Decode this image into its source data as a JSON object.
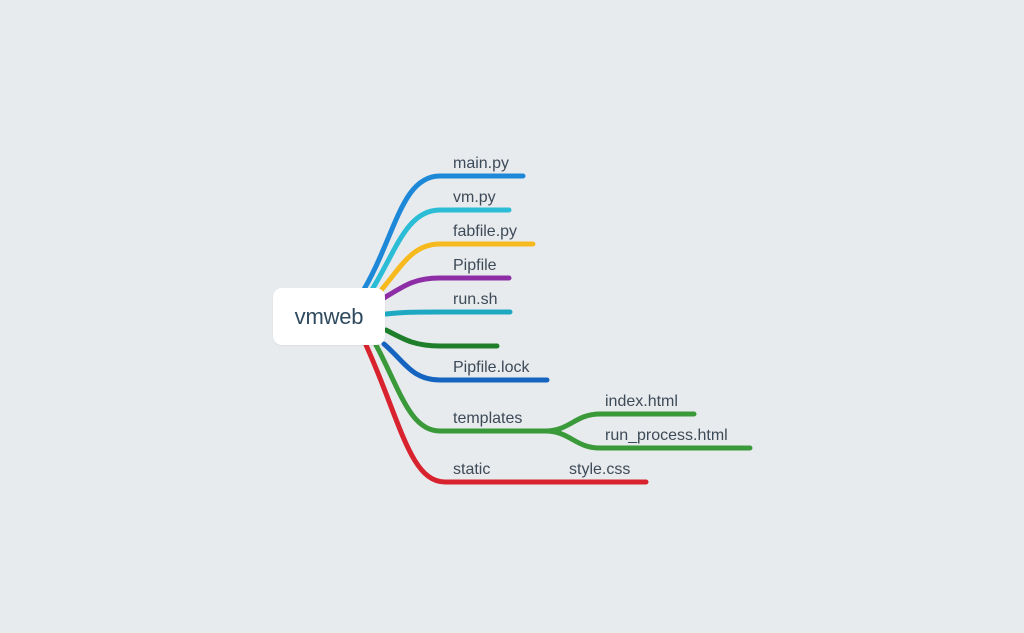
{
  "mindmap": {
    "root": {
      "label": "vmweb"
    },
    "branches": [
      {
        "label": "main.py",
        "color": "#1e88d8"
      },
      {
        "label": "vm.py",
        "color": "#2bbcd6"
      },
      {
        "label": "fabfile.py",
        "color": "#f6b91e"
      },
      {
        "label": "Pipfile",
        "color": "#8e2ea6"
      },
      {
        "label": "run.sh",
        "color": "#1ea8c2"
      },
      {
        "label": "",
        "color": "#1e7e2a"
      },
      {
        "label": "Pipfile.lock",
        "color": "#1565c0"
      },
      {
        "label": "templates",
        "color": "#3a9a3a",
        "children": [
          {
            "label": "index.html"
          },
          {
            "label": "run_process.html"
          }
        ]
      },
      {
        "label": "static",
        "color": "#d8232f",
        "children": [
          {
            "label": "style.css"
          }
        ]
      }
    ]
  }
}
